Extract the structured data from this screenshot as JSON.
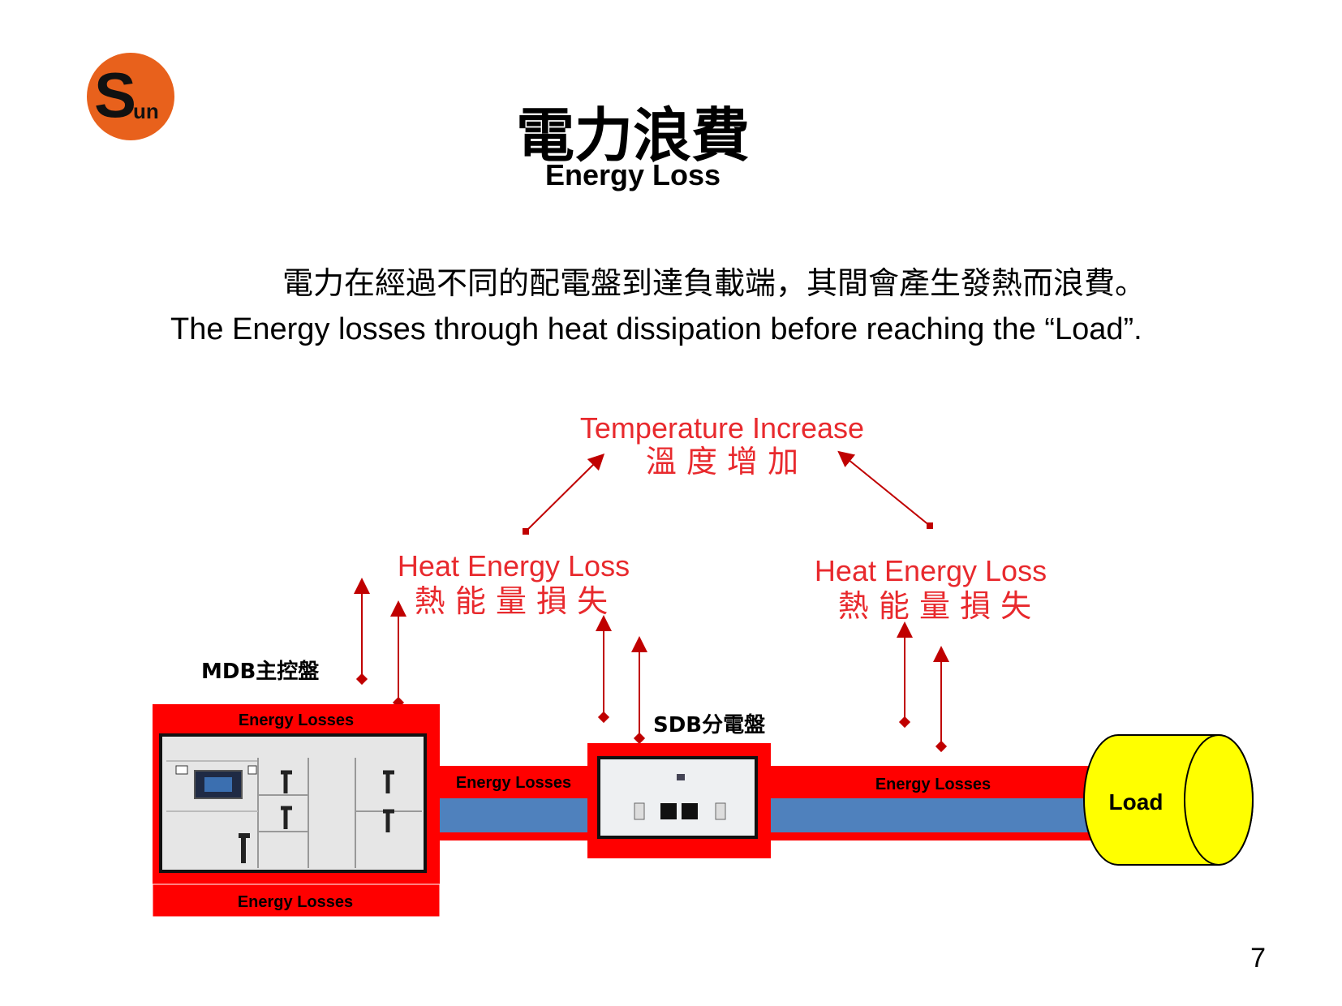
{
  "header": {
    "title_zh": "電力浪費",
    "title_en": "Energy Loss",
    "logo_text": "Sun"
  },
  "description": {
    "zh": "電力在經過不同的配電盤到達負載端，其間會產生發熱而浪費。",
    "en": "The Energy losses through heat dissipation before reaching the “Load”."
  },
  "diagram": {
    "temperature_en": "Temperature Increase",
    "temperature_zh": "溫 度 增 加",
    "heat_left_en": "Heat Energy Loss",
    "heat_left_zh": "熱 能 量 損 失",
    "heat_right_en": "Heat Energy Loss",
    "heat_right_zh": "熱 能 量 損 失",
    "mdb_label": "MDB主控盤",
    "sdb_label": "SDB分電盤",
    "mdb_top_loss": "Energy Losses",
    "mdb_bottom_loss": "Energy Losses",
    "cable1_loss": "Energy Losses",
    "cable2_loss": "Energy Losses",
    "load_label": "Load"
  },
  "colors": {
    "red": "#ff0000",
    "text_red": "#e8292d",
    "cable_blue": "#4f81bd",
    "load_yellow": "#ffff00",
    "logo_orange": "#e8611c"
  },
  "page_number": "7"
}
